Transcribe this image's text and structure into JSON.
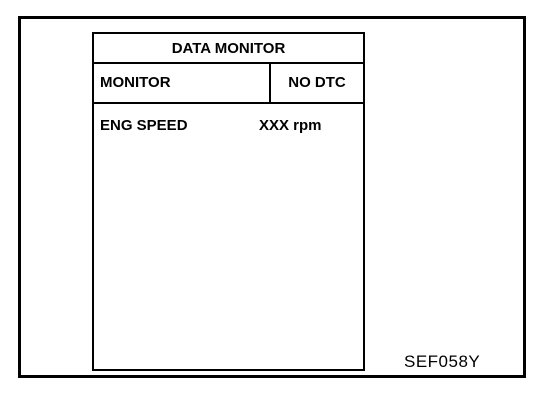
{
  "screen": {
    "title": "DATA MONITOR",
    "header": {
      "left": "MONITOR",
      "right": "NO DTC"
    },
    "items": [
      {
        "label": "ENG SPEED",
        "value": "XXX rpm"
      }
    ]
  },
  "figure_code": "SEF058Y"
}
